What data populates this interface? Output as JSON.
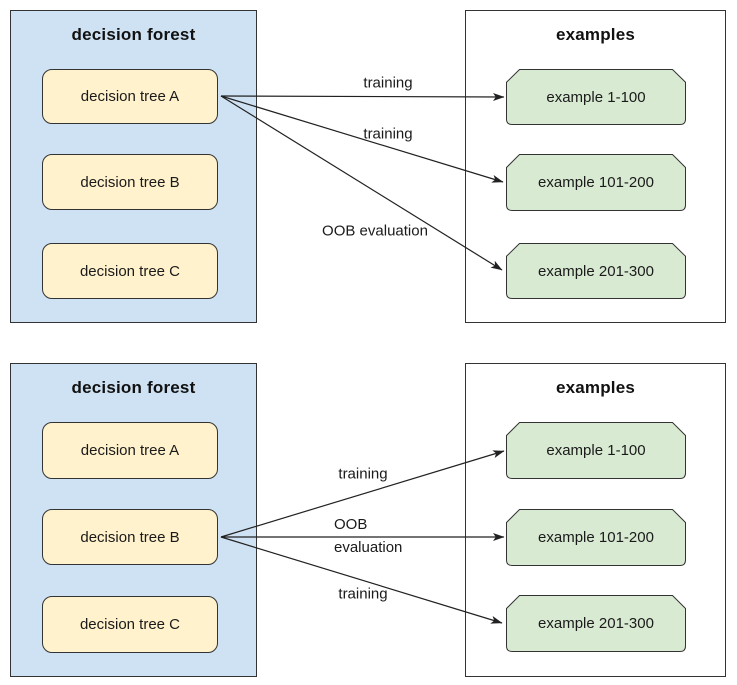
{
  "diagram": {
    "colors": {
      "forest_fill": "#cfe2f3",
      "tree_node_fill": "#fff2cc",
      "example_node_fill": "#d9ead3",
      "box_border": "#333333",
      "arrow_color": "#212121"
    },
    "panels": [
      {
        "forest": {
          "title": "decision forest",
          "nodes": [
            "decision tree A",
            "decision tree B",
            "decision tree C"
          ]
        },
        "examples": {
          "title": "examples",
          "nodes": [
            "example 1-100",
            "example 101-200",
            "example 201-300"
          ]
        },
        "arrows": [
          {
            "label": "training",
            "from": "decision tree A",
            "to": "example 1-100"
          },
          {
            "label": "training",
            "from": "decision tree A",
            "to": "example 101-200"
          },
          {
            "label": "OOB evaluation",
            "from": "decision tree A",
            "to": "example 201-300"
          }
        ]
      },
      {
        "forest": {
          "title": "decision forest",
          "nodes": [
            "decision tree A",
            "decision tree B",
            "decision tree C"
          ]
        },
        "examples": {
          "title": "examples",
          "nodes": [
            "example 1-100",
            "example 101-200",
            "example 201-300"
          ]
        },
        "arrows": [
          {
            "label": "training",
            "from": "decision tree B",
            "to": "example 1-100"
          },
          {
            "label": "OOB\nevaluation",
            "from": "decision tree B",
            "to": "example 101-200"
          },
          {
            "label": "training",
            "from": "decision tree B",
            "to": "example 201-300"
          }
        ]
      }
    ]
  }
}
